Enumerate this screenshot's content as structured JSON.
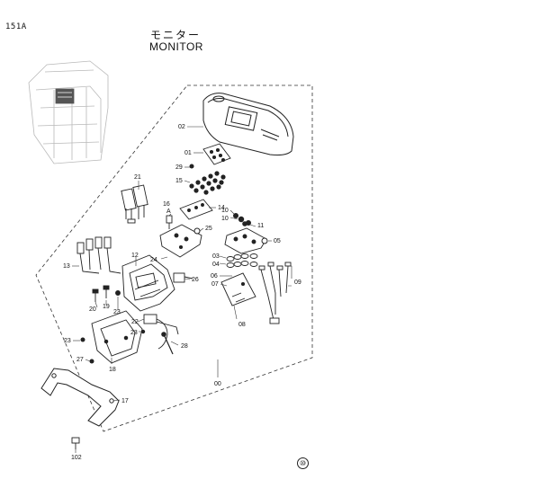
{
  "page": {
    "code": "151A",
    "title_jp": "モニター",
    "title_en": "MONITOR",
    "footer_mark": "⑩"
  },
  "callouts": [
    {
      "id": "02",
      "text": "02"
    },
    {
      "id": "01",
      "text": "01"
    },
    {
      "id": "29",
      "text": "29"
    },
    {
      "id": "15",
      "text": "15"
    },
    {
      "id": "21",
      "text": "21"
    },
    {
      "id": "16",
      "text": "16"
    },
    {
      "id": "A",
      "text": "A"
    },
    {
      "id": "14",
      "text": "14"
    },
    {
      "id": "10a",
      "text": "10"
    },
    {
      "id": "10b",
      "text": "10"
    },
    {
      "id": "11",
      "text": "11"
    },
    {
      "id": "25",
      "text": "25"
    },
    {
      "id": "05",
      "text": "05"
    },
    {
      "id": "12",
      "text": "12"
    },
    {
      "id": "24",
      "text": "24"
    },
    {
      "id": "03",
      "text": "03"
    },
    {
      "id": "04",
      "text": "04"
    },
    {
      "id": "09",
      "text": "09"
    },
    {
      "id": "13",
      "text": "13"
    },
    {
      "id": "26",
      "text": "26"
    },
    {
      "id": "06",
      "text": "06"
    },
    {
      "id": "07",
      "text": "07"
    },
    {
      "id": "19",
      "text": "19"
    },
    {
      "id": "20",
      "text": "20"
    },
    {
      "id": "23a",
      "text": "23"
    },
    {
      "id": "22",
      "text": "22"
    },
    {
      "id": "08",
      "text": "08"
    },
    {
      "id": "23b",
      "text": "23"
    },
    {
      "id": "23c",
      "text": "23"
    },
    {
      "id": "28",
      "text": "28"
    },
    {
      "id": "27",
      "text": "27"
    },
    {
      "id": "18",
      "text": "18"
    },
    {
      "id": "00",
      "text": "00"
    },
    {
      "id": "17",
      "text": "17"
    },
    {
      "id": "102",
      "text": "102"
    }
  ]
}
